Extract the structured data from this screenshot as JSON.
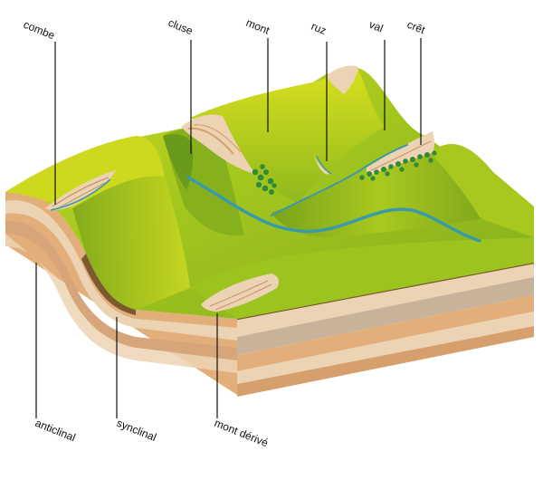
{
  "labels": {
    "combe": "combe",
    "cluse": "cluse",
    "mont": "mont",
    "ruz": "ruz",
    "val": "val",
    "cret": "crêt",
    "anticlinal": "anticlinal",
    "synclinal": "synclinal",
    "mont_derive": "mont dérivé"
  },
  "colors": {
    "surface_light": "#d2dc1e",
    "surface_mid": "#9fc41e",
    "surface_dark": "#6f9c1c",
    "rock_light": "#ecd3b4",
    "rock_mid": "#e2ae7a",
    "rock_dark": "#c8946a",
    "river": "#3a9aa8",
    "forest": "#2f8a3a"
  }
}
